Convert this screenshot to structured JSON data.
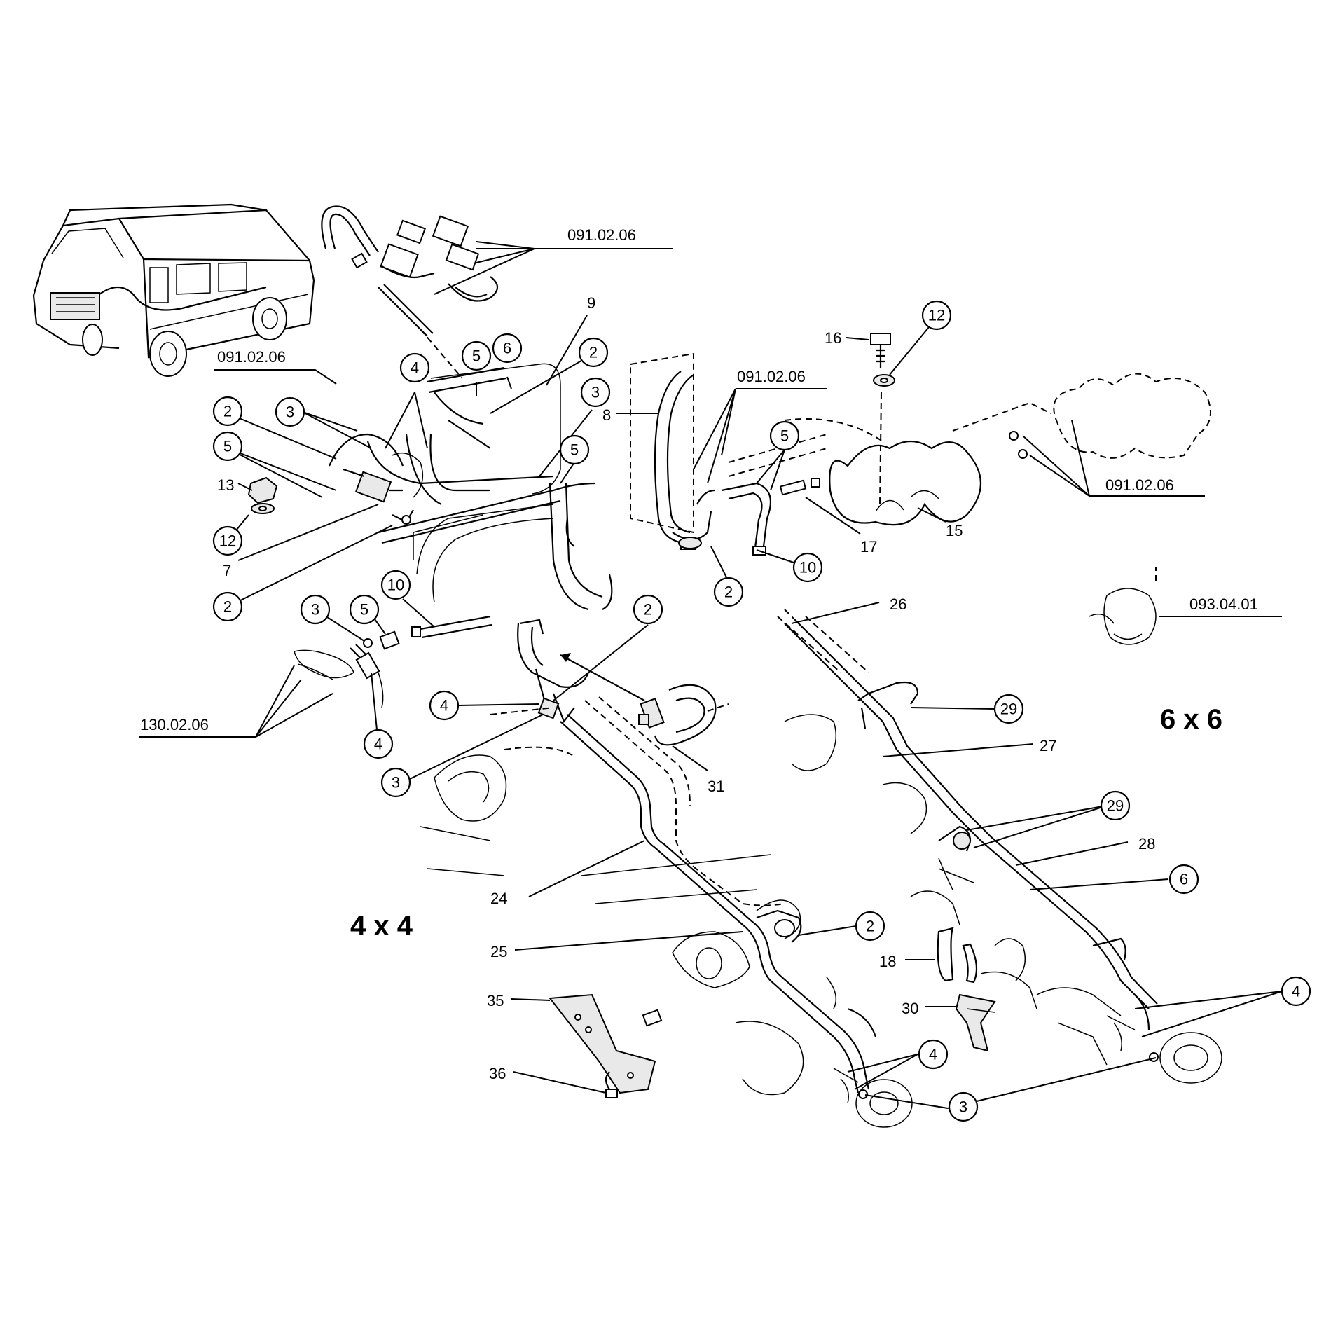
{
  "variants": {
    "four_by_four": "4 x 4",
    "six_by_six": "6 x 6"
  },
  "references": {
    "r1": "091.02.06",
    "r2": "091.02.06",
    "r3": "091.02.06",
    "r4": "091.02.06",
    "r5": "093.04.01",
    "r6": "130.02.06"
  },
  "callouts": {
    "c01": "4",
    "c02": "5",
    "c03": "6",
    "c04": "2",
    "c05": "3",
    "c06": "2",
    "c07": "3",
    "c08": "5",
    "c09": "12",
    "c10": "2",
    "c11": "5",
    "c12": "10",
    "c13": "3",
    "c14": "5",
    "c15": "4",
    "c16": "2",
    "c17": "5",
    "c18": "2",
    "c19": "10",
    "c20": "12",
    "c21": "4",
    "c22": "3",
    "c23": "29",
    "c24": "29",
    "c25": "6",
    "c26": "2",
    "c27": "4",
    "c28": "3",
    "c29": "4"
  },
  "numbers": {
    "n9": "9",
    "n8": "8",
    "n16": "16",
    "n13": "13",
    "n7": "7",
    "n17": "17",
    "n15": "15",
    "n26": "26",
    "n27": "27",
    "n28": "28",
    "n31": "31",
    "n24": "24",
    "n25": "25",
    "n18": "18",
    "n30": "30",
    "n35": "35",
    "n36": "36"
  }
}
